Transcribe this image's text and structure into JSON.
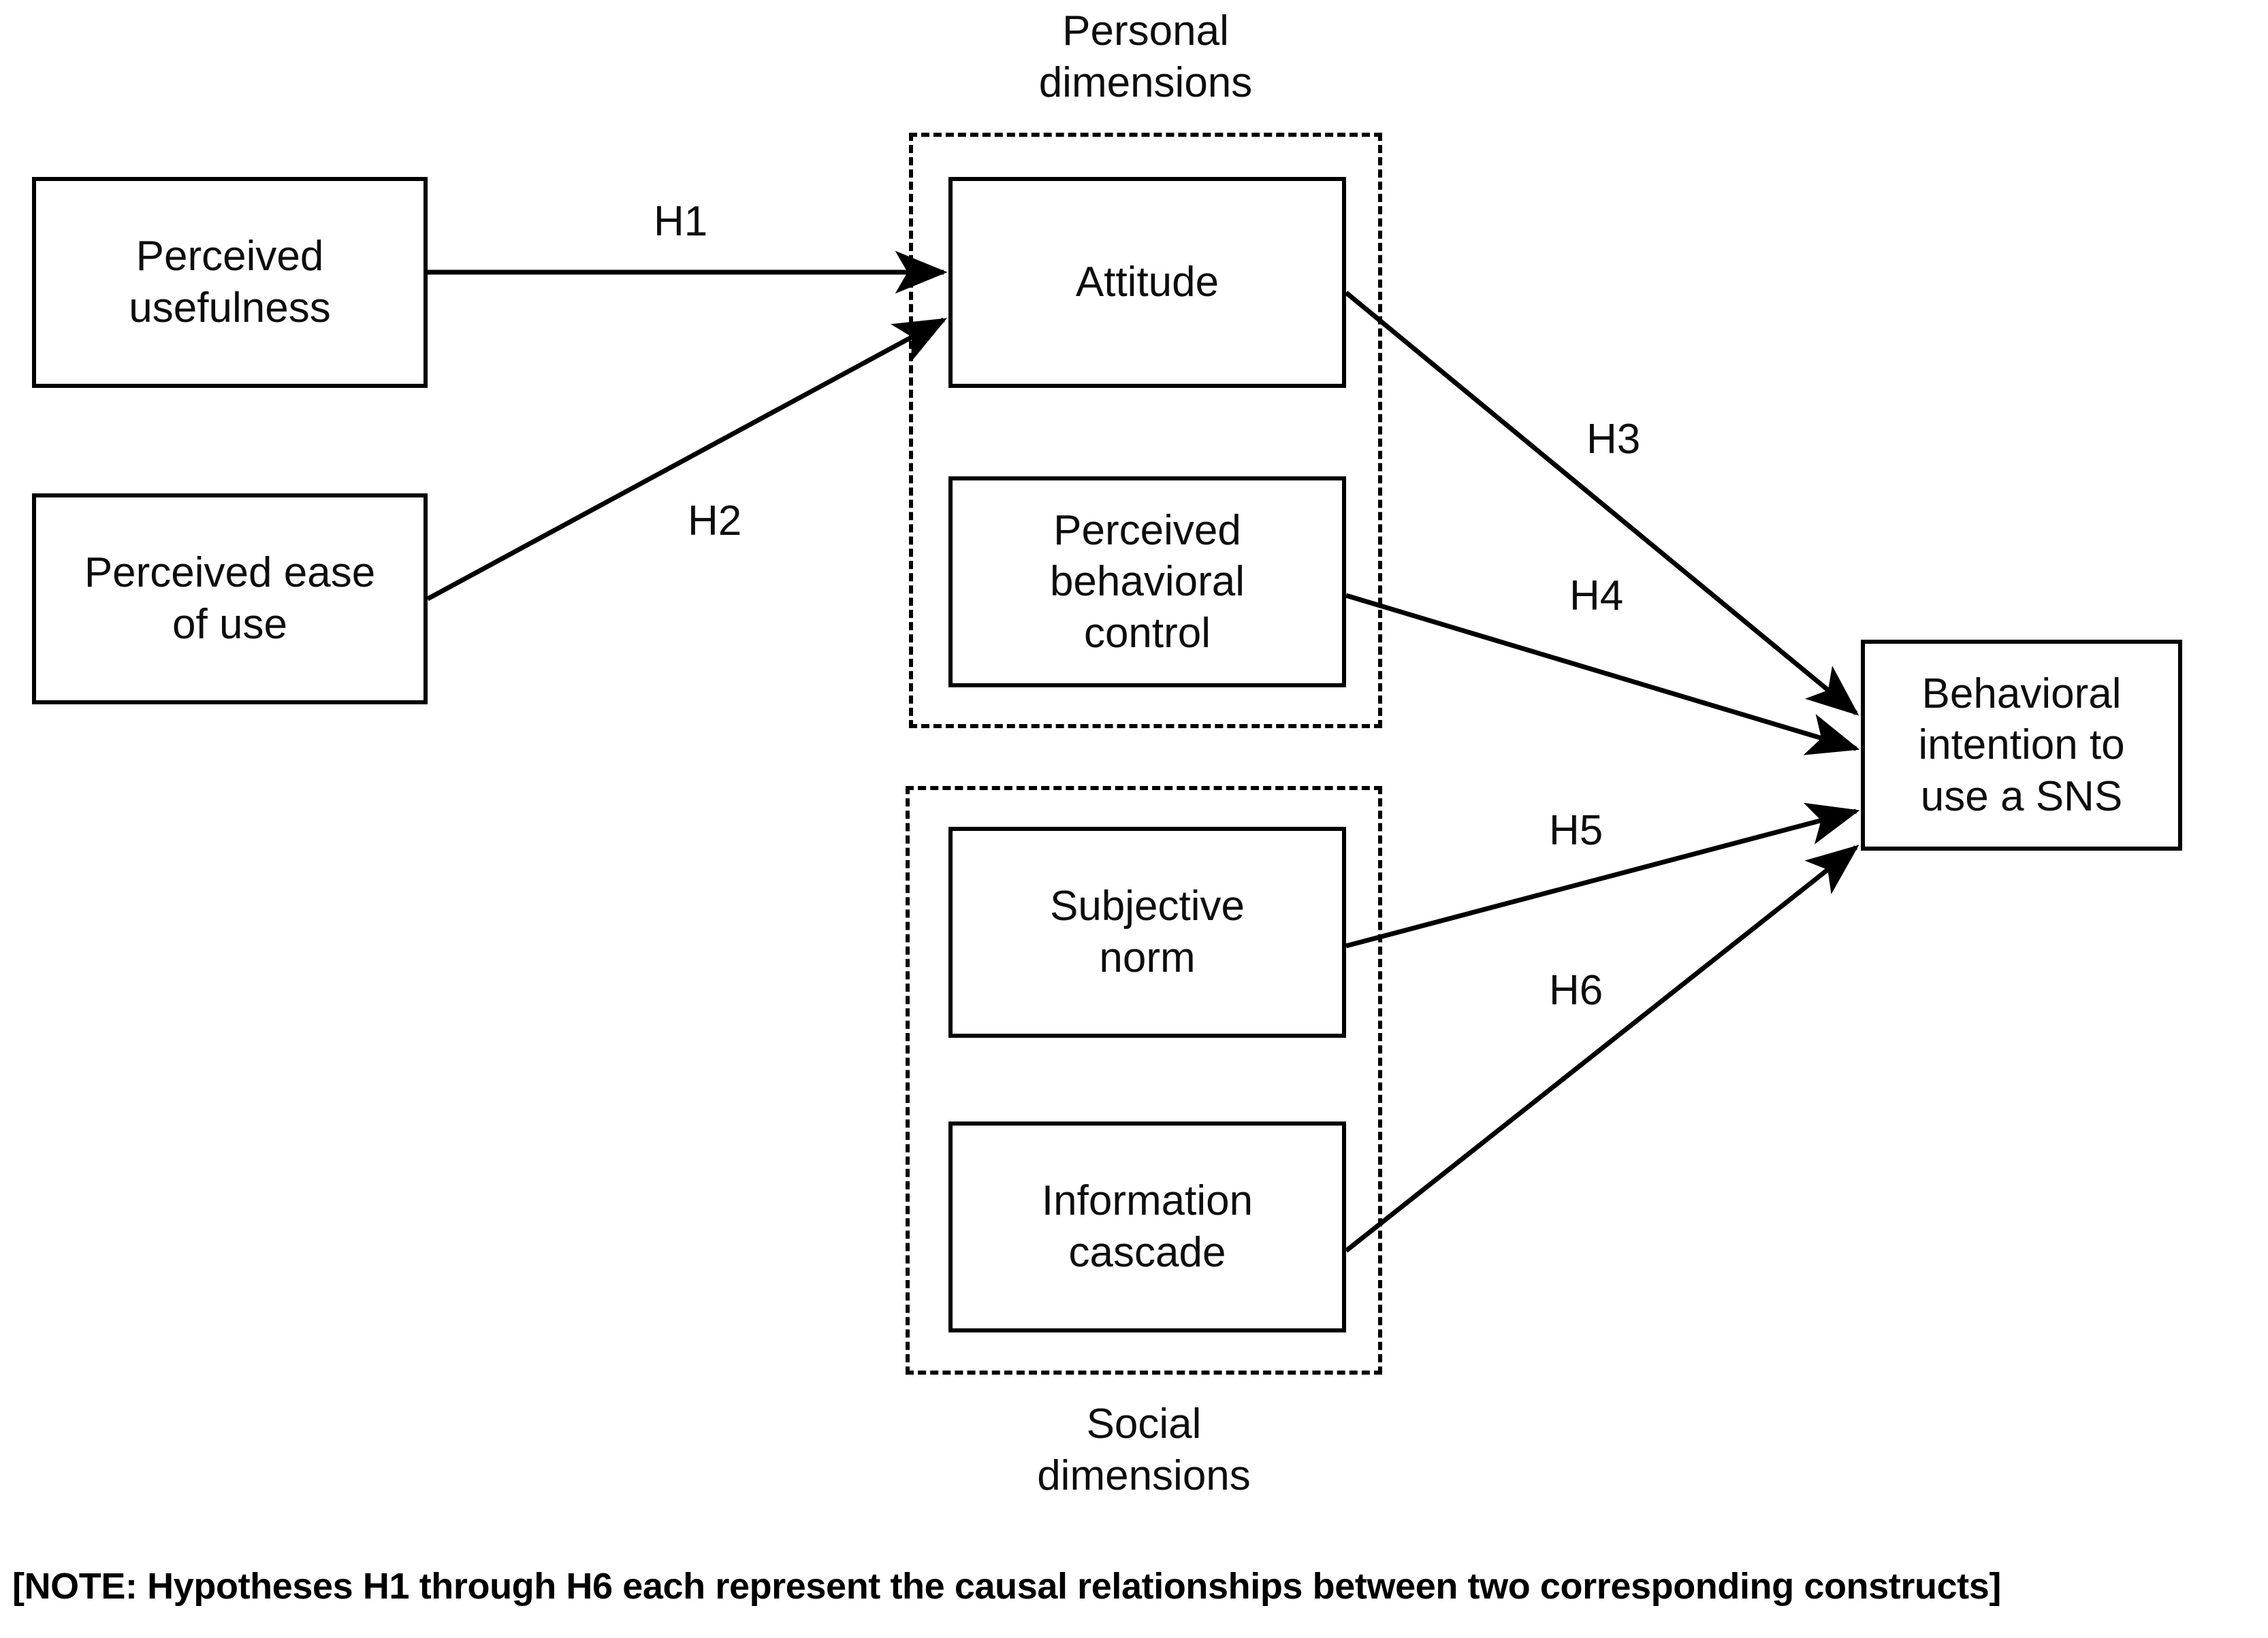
{
  "diagram": {
    "title_note": "[NOTE: Hypotheses H1 through H6 each represent the causal relationships between two corresponding constructs]",
    "groups": [
      {
        "id": "personal",
        "label": "Personal\ndimensions",
        "label_line1": "Personal",
        "label_line2": "dimensions",
        "position": "above"
      },
      {
        "id": "social",
        "label": "Social\ndimensions",
        "label_line1": "Social",
        "label_line2": "dimensions",
        "position": "below"
      }
    ],
    "nodes": [
      {
        "id": "perceived-usefulness",
        "line1": "Perceived",
        "line2": "usefulness"
      },
      {
        "id": "perceived-ease-of-use",
        "line1": "Perceived ease",
        "line2": "of use"
      },
      {
        "id": "attitude",
        "line1": "Attitude",
        "line2": ""
      },
      {
        "id": "perceived-behavioral-control",
        "line1": "Perceived",
        "line2": "behavioral",
        "line3": "control"
      },
      {
        "id": "subjective-norm",
        "line1": "Subjective",
        "line2": "norm"
      },
      {
        "id": "information-cascade",
        "line1": "Information",
        "line2": "cascade"
      },
      {
        "id": "behavioral-intention",
        "line1": "Behavioral",
        "line2": "intention to",
        "line3": "use a SNS"
      }
    ],
    "edges": [
      {
        "id": "h1",
        "label": "H1",
        "from": "perceived-usefulness",
        "to": "attitude"
      },
      {
        "id": "h2",
        "label": "H2",
        "from": "perceived-ease-of-use",
        "to": "attitude"
      },
      {
        "id": "h3",
        "label": "H3",
        "from": "attitude",
        "to": "behavioral-intention"
      },
      {
        "id": "h4",
        "label": "H4",
        "from": "perceived-behavioral-control",
        "to": "behavioral-intention"
      },
      {
        "id": "h5",
        "label": "H5",
        "from": "subjective-norm",
        "to": "behavioral-intention"
      },
      {
        "id": "h6",
        "label": "H6",
        "from": "information-cascade",
        "to": "behavioral-intention"
      }
    ],
    "colors": {
      "stroke": "#000000",
      "text": "#0d0d0d",
      "background": "#ffffff"
    }
  }
}
